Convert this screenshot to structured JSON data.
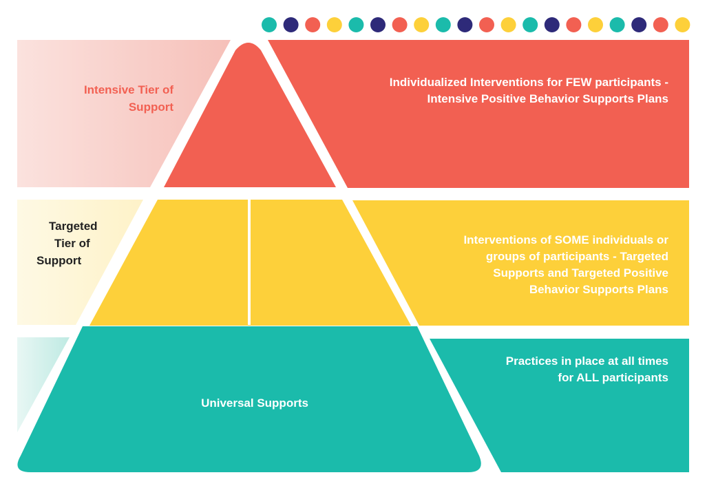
{
  "colors": {
    "red": "#F26052",
    "yellow": "#FDD03A",
    "teal": "#1BBBAB",
    "navy": "#2E2A79",
    "white": "#FFFFFF",
    "dark_text": "#222222"
  },
  "dots": [
    "teal",
    "navy",
    "red",
    "yellow",
    "teal",
    "navy",
    "red",
    "yellow",
    "teal",
    "navy",
    "red",
    "yellow",
    "teal",
    "navy",
    "red",
    "yellow",
    "teal",
    "navy",
    "red",
    "yellow"
  ],
  "tiers": {
    "intensive": {
      "label_lines": [
        "Intensive Tier of",
        "Support"
      ],
      "description_lines": [
        "Individualized Interventions for FEW participants -",
        "Intensive Positive Behavior Supports Plans"
      ]
    },
    "targeted": {
      "label_lines": [
        "Targeted",
        "Tier of",
        "Support"
      ],
      "description_lines": [
        "Interventions of SOME individuals or",
        "groups of participants - Targeted",
        "Supports and Targeted Positive",
        "Behavior Supports Plans"
      ]
    },
    "universal": {
      "label": "Universal Supports",
      "description_lines": [
        "Practices in place at all times",
        "for ALL participants"
      ]
    }
  }
}
